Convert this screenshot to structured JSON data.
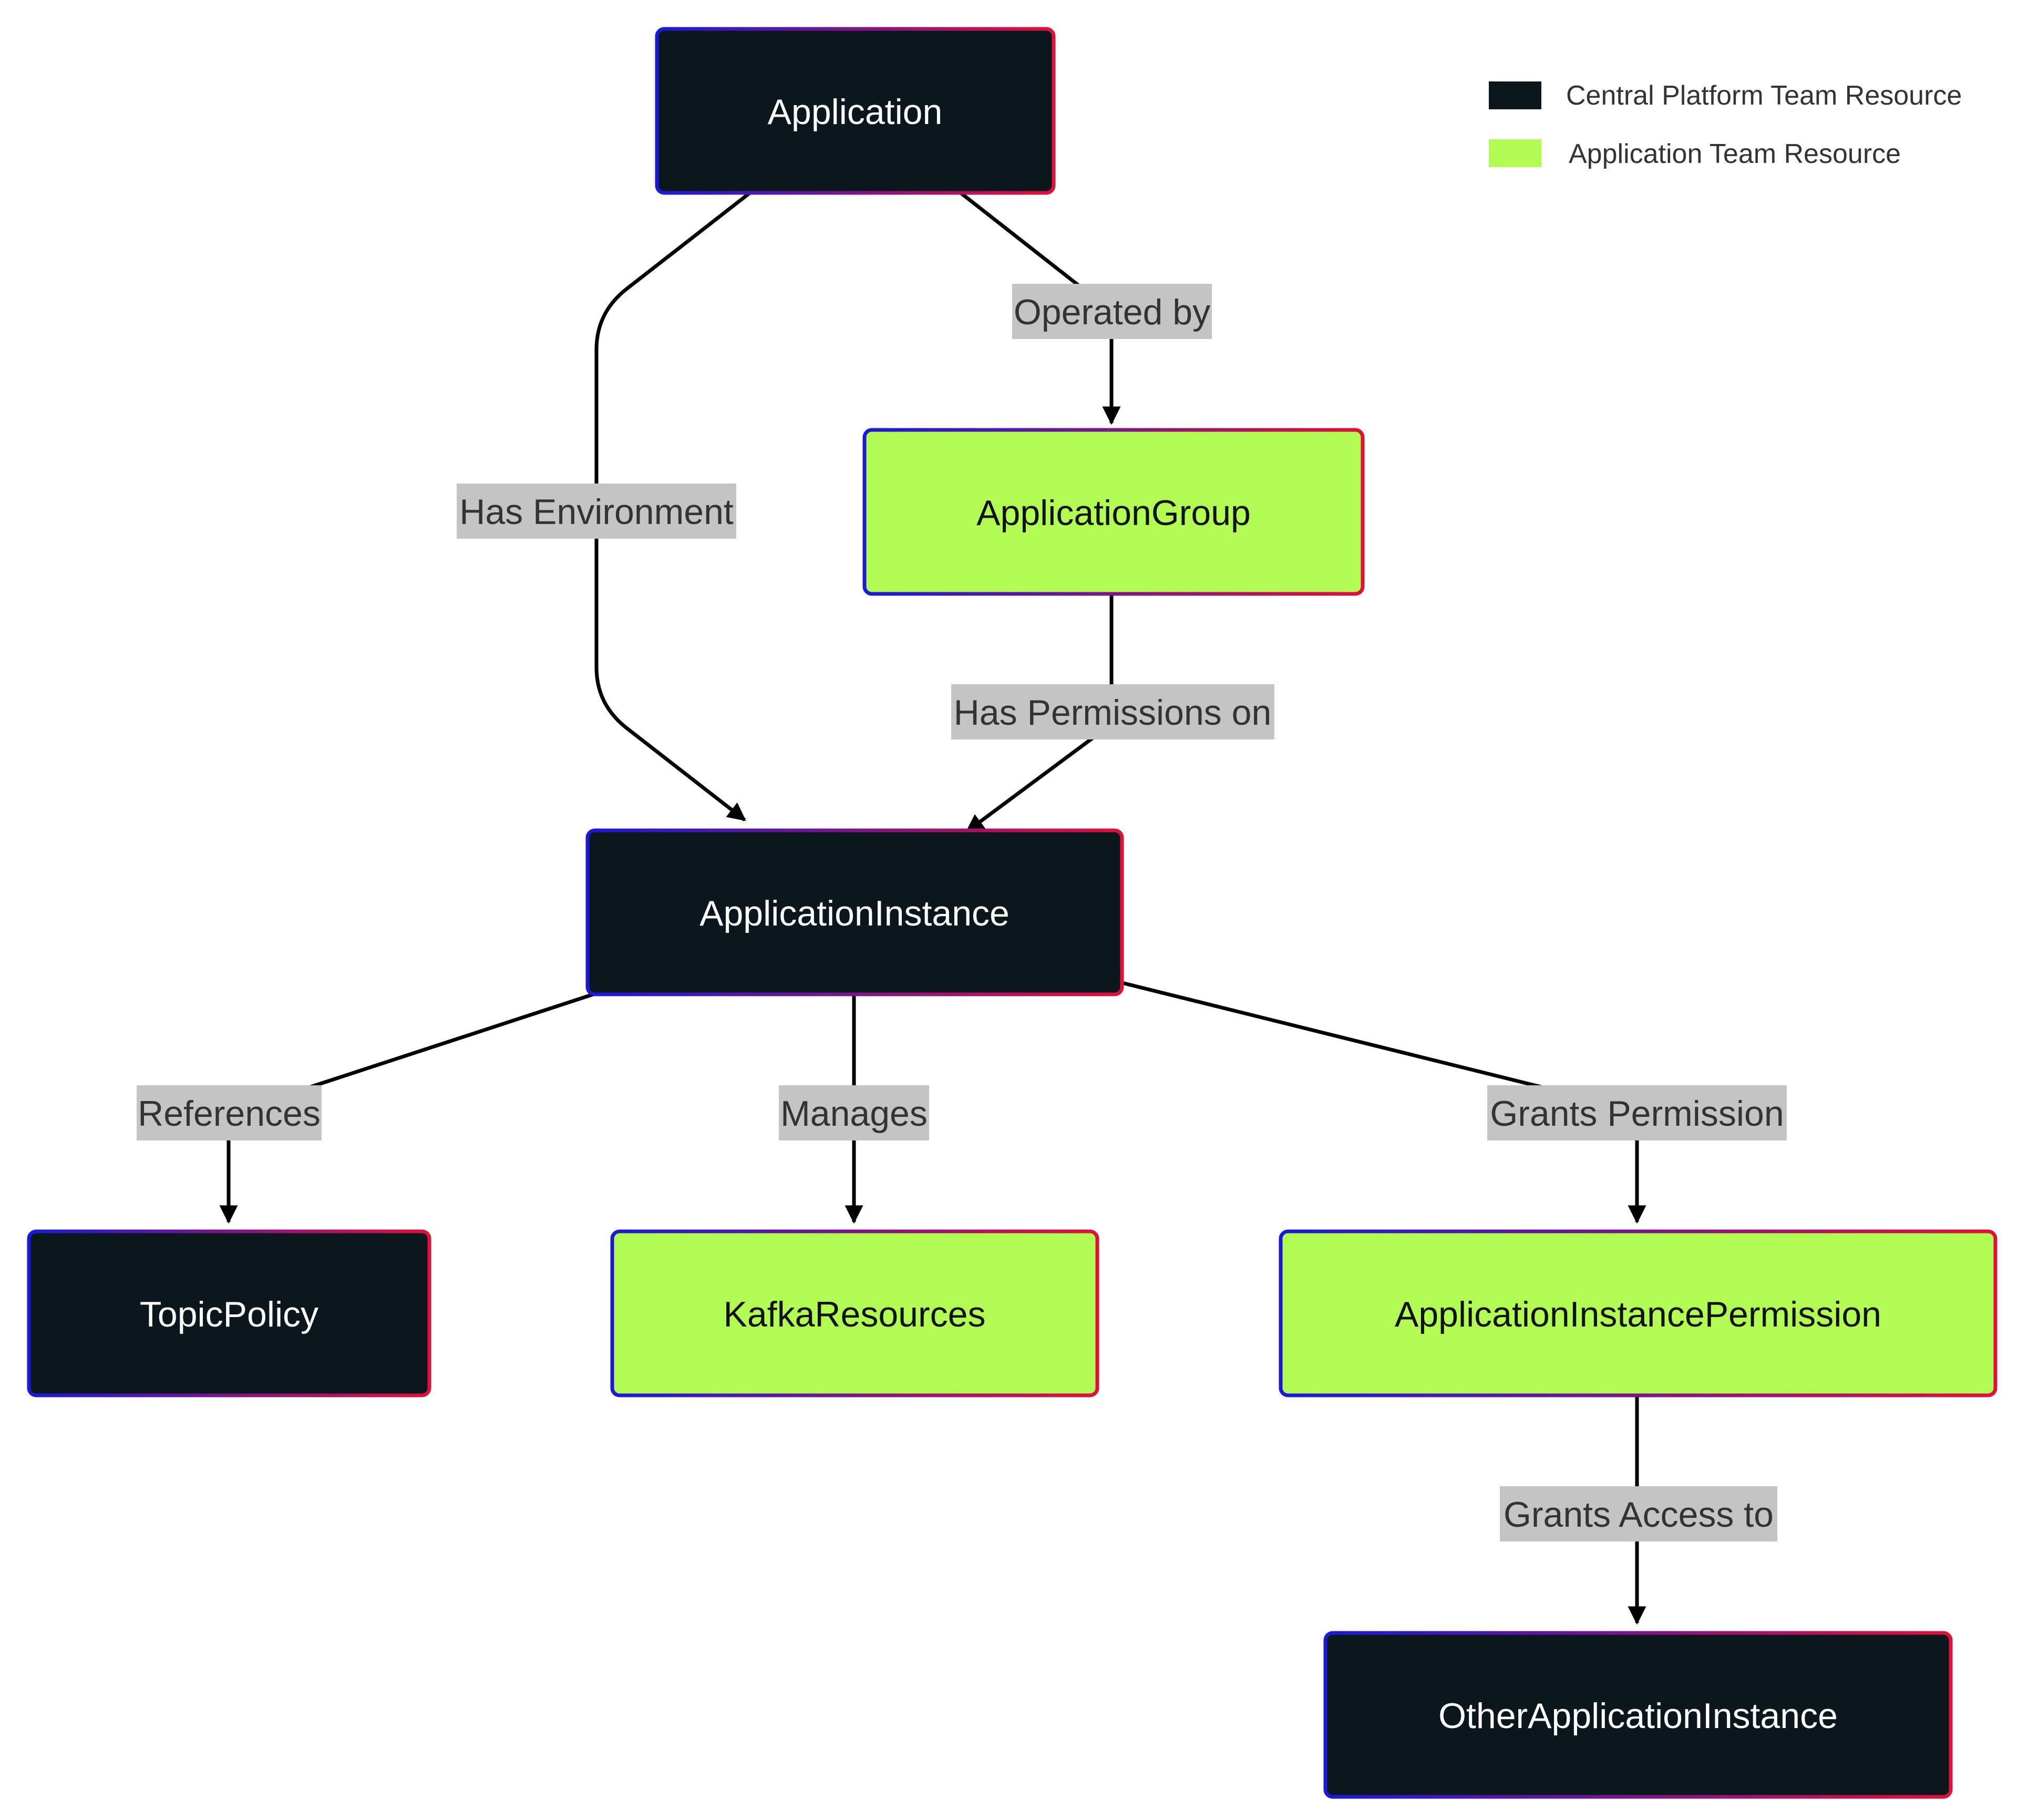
{
  "colors": {
    "central": "#0b171c",
    "app_team": "#b1fb52",
    "border_start": "#1a1ad6",
    "border_end": "#e0103a",
    "edge": "#000000",
    "label_bg": "#c4c4c4",
    "central_text": "#ffffff",
    "app_team_text": "#111111"
  },
  "legend": [
    {
      "label": "Central Platform Team Resource",
      "kind": "central"
    },
    {
      "label": "Application Team Resource",
      "kind": "app_team"
    }
  ],
  "nodes": {
    "application": {
      "label": "Application",
      "kind": "central"
    },
    "application_group": {
      "label": "ApplicationGroup",
      "kind": "app_team"
    },
    "application_instance": {
      "label": "ApplicationInstance",
      "kind": "central"
    },
    "topic_policy": {
      "label": "TopicPolicy",
      "kind": "central"
    },
    "kafka_resources": {
      "label": "KafkaResources",
      "kind": "app_team"
    },
    "application_instance_permission": {
      "label": "ApplicationInstancePermission",
      "kind": "app_team"
    },
    "other_application_instance": {
      "label": "OtherApplicationInstance",
      "kind": "central"
    }
  },
  "edges": [
    {
      "from": "application",
      "to": "application_instance",
      "label": "Has Environment"
    },
    {
      "from": "application",
      "to": "application_group",
      "label": "Operated by"
    },
    {
      "from": "application_group",
      "to": "application_instance",
      "label": "Has Permissions on"
    },
    {
      "from": "application_instance",
      "to": "topic_policy",
      "label": "References"
    },
    {
      "from": "application_instance",
      "to": "kafka_resources",
      "label": "Manages"
    },
    {
      "from": "application_instance",
      "to": "application_instance_permission",
      "label": "Grants Permission"
    },
    {
      "from": "application_instance_permission",
      "to": "other_application_instance",
      "label": "Grants Access to"
    }
  ]
}
